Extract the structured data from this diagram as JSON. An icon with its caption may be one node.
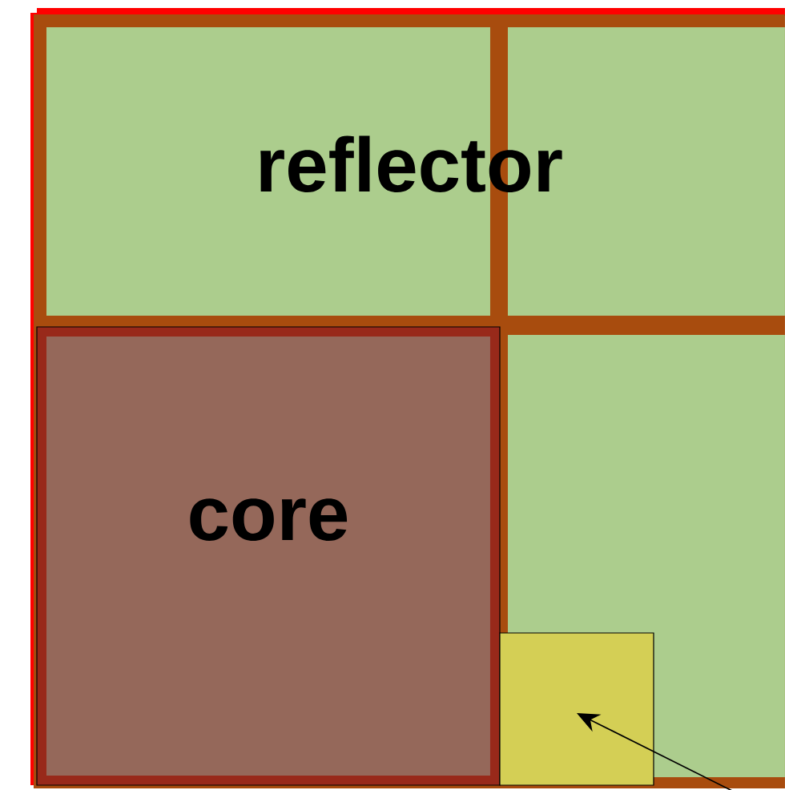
{
  "diagram": {
    "nodes": [
      {
        "text": [
          "reflector"
        ]
      },
      {
        "text": [
          "core"
        ],
        "in": 0
      },
      {
        "text": [],
        "shape": "box",
        "in": 0
      }
    ],
    "edges": [
      {
        "from": null,
        "to": 2,
        "arrow": "to"
      }
    ]
  }
}
